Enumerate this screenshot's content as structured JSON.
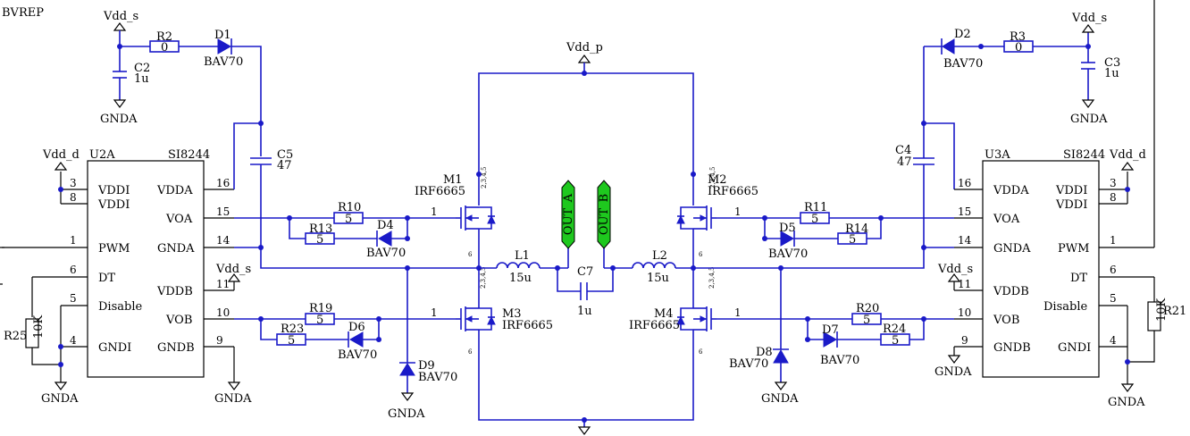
{
  "net_labels": {
    "bvrep": "BVREP",
    "vdd_s": "Vdd_s",
    "vdd_d": "Vdd_d",
    "vdd_p": "Vdd_p",
    "gnda": "GNDA"
  },
  "ports": {
    "out_a": "OUT_A",
    "out_b": "OUT_B"
  },
  "drivers": {
    "u2": {
      "ref": "U2A",
      "part": "SI8244",
      "left_pins": [
        {
          "num": "3",
          "name": "VDDI"
        },
        {
          "num": "8",
          "name": "VDDI"
        },
        {
          "num": "1",
          "name": "PWM"
        },
        {
          "num": "6",
          "name": "DT"
        },
        {
          "num": "5",
          "name": "Disable"
        },
        {
          "num": "4",
          "name": "GNDI"
        }
      ],
      "right_pins": [
        {
          "num": "16",
          "name": "VDDA"
        },
        {
          "num": "15",
          "name": "VOA"
        },
        {
          "num": "14",
          "name": "GNDA"
        },
        {
          "num": "11",
          "name": "VDDB"
        },
        {
          "num": "10",
          "name": "VOB"
        },
        {
          "num": "9",
          "name": "GNDB"
        }
      ]
    },
    "u3": {
      "ref": "U3A",
      "part": "SI8244",
      "left_pins": [
        {
          "num": "16",
          "name": "VDDA"
        },
        {
          "num": "15",
          "name": "VOA"
        },
        {
          "num": "14",
          "name": "GNDA"
        },
        {
          "num": "11",
          "name": "VDDB"
        },
        {
          "num": "10",
          "name": "VOB"
        },
        {
          "num": "9",
          "name": "GNDB"
        }
      ],
      "right_pins": [
        {
          "num": "3",
          "name": "VDDI"
        },
        {
          "num": "8",
          "name": "VDDI"
        },
        {
          "num": "1",
          "name": "PWM"
        },
        {
          "num": "6",
          "name": "DT"
        },
        {
          "num": "5",
          "name": "Disable"
        },
        {
          "num": "4",
          "name": "GNDI"
        }
      ]
    }
  },
  "resistors": {
    "r2": {
      "ref": "R2",
      "value": "0"
    },
    "r3": {
      "ref": "R3",
      "value": "0"
    },
    "r10": {
      "ref": "R10",
      "value": "5"
    },
    "r13": {
      "ref": "R13",
      "value": "5"
    },
    "r19": {
      "ref": "R19",
      "value": "5"
    },
    "r23": {
      "ref": "R23",
      "value": "5"
    },
    "r11": {
      "ref": "R11",
      "value": "5"
    },
    "r14": {
      "ref": "R14",
      "value": "5"
    },
    "r20": {
      "ref": "R20",
      "value": "5"
    },
    "r24": {
      "ref": "R24",
      "value": "5"
    },
    "r25": {
      "ref": "R25",
      "value": "10K"
    },
    "r21": {
      "ref": "R21",
      "value": "10K"
    }
  },
  "capacitors": {
    "c2": {
      "ref": "C2",
      "value": "1u"
    },
    "c3": {
      "ref": "C3",
      "value": "1u"
    },
    "c5": {
      "ref": "C5",
      "value": "47"
    },
    "c4": {
      "ref": "C4",
      "value": "47"
    },
    "c7": {
      "ref": "C7",
      "value": "1u"
    }
  },
  "inductors": {
    "l1": {
      "ref": "L1",
      "value": "15u"
    },
    "l2": {
      "ref": "L2",
      "value": "15u"
    }
  },
  "diodes": {
    "d1": {
      "ref": "D1",
      "part": "BAV70"
    },
    "d2": {
      "ref": "D2",
      "part": "BAV70"
    },
    "d4": {
      "ref": "D4",
      "part": "BAV70"
    },
    "d5": {
      "ref": "D5",
      "part": "BAV70"
    },
    "d6": {
      "ref": "D6",
      "part": "BAV70"
    },
    "d7": {
      "ref": "D7",
      "part": "BAV70"
    },
    "d8": {
      "ref": "D8",
      "part": "BAV70"
    },
    "d9": {
      "ref": "D9",
      "part": "BAV70"
    }
  },
  "mosfets": {
    "m1": {
      "ref": "M1",
      "part": "IRF6665",
      "gate": "1",
      "drain_pins": "2,3,4,5",
      "source_pin": "6"
    },
    "m2": {
      "ref": "M2",
      "part": "IRF6665",
      "gate": "1",
      "drain_pins": "2,3,4,5",
      "source_pin": "6"
    },
    "m3": {
      "ref": "M3",
      "part": "IRF6665",
      "gate": "1",
      "drain_pins": "2,3,4,5",
      "source_pin": "6"
    },
    "m4": {
      "ref": "M4",
      "part": "IRF6665",
      "gate": "1",
      "drain_pins": "2,3,4,5",
      "source_pin": "6"
    }
  },
  "colors": {
    "wire": "#1a1ac8",
    "port_fill": "#1ec81e",
    "outline": "#000000"
  }
}
